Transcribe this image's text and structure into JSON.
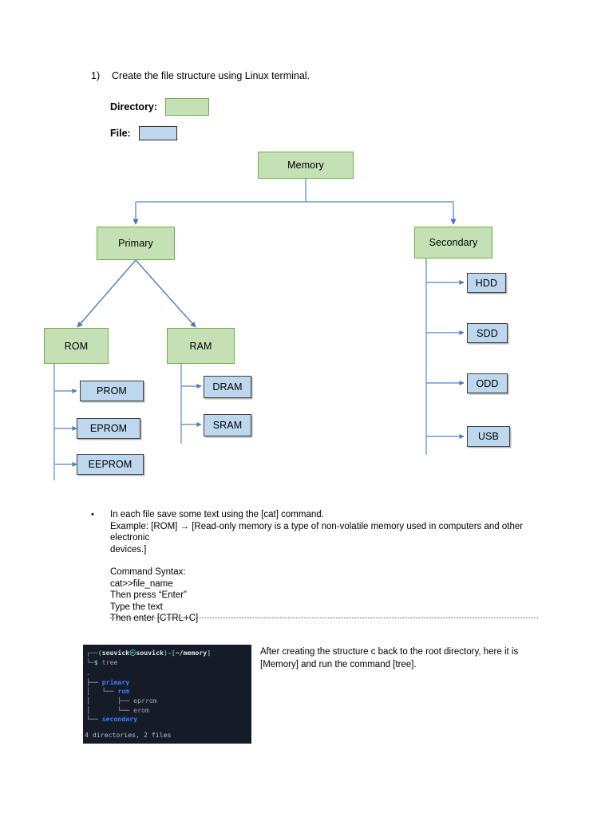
{
  "question": {
    "number": "1)",
    "text": "Create the file structure using Linux terminal."
  },
  "legend": {
    "directory_label": "Directory:",
    "file_label": "File:",
    "directory_color": "#c5e0b4",
    "directory_border": "#70ad47",
    "file_color": "#bdd7ee",
    "file_border": "#3f3f3f"
  },
  "diagram": {
    "title": "Memory hierarchy tree",
    "nodes": {
      "memory": "Memory",
      "primary": "Primary",
      "secondary": "Secondary",
      "rom": "ROM",
      "ram": "RAM",
      "prom": "PROM",
      "eprom": "EPROM",
      "eeprom": "EEPROM",
      "dram": "DRAM",
      "sram": "SRAM",
      "hdd": "HDD",
      "sdd": "SDD",
      "odd": "ODD",
      "usb": "USB"
    },
    "connector_color": "#5b8fd4"
  },
  "instructions": {
    "bullet": "•",
    "line1": "In each file save some text using the [cat] command.",
    "line2": "Example: [ROM] → [Read-only memory is a type of non-volatile memory used in computers and other electronic",
    "line3": "devices.]",
    "syntax_heading": "Command Syntax:",
    "syntax_1": "cat>>file_name",
    "syntax_2": "Then press “Enter”",
    "syntax_3": "Type the text",
    "syntax_4": "Then enter [CTRL+C]"
  },
  "terminal": {
    "prompt_top_prefix": "┌──(",
    "prompt_user": "souvick",
    "prompt_at": "㉿",
    "prompt_host": "souvick",
    "prompt_mid": ")-[",
    "prompt_path": "~/memory",
    "prompt_close": "]",
    "prompt_bottom_prefix": "└─",
    "prompt_dollar": "$",
    "command": "tree",
    "tree": [
      {
        "prefix": "",
        "name": ".",
        "style": "dim"
      },
      {
        "prefix": "├── ",
        "name": "primary",
        "style": "dir"
      },
      {
        "prefix": "│   └── ",
        "name": "rom",
        "style": "dir"
      },
      {
        "prefix": "│       ├── ",
        "name": "eprrom",
        "style": "file"
      },
      {
        "prefix": "│       └── ",
        "name": "erom",
        "style": "file"
      },
      {
        "prefix": "└── ",
        "name": "secondary",
        "style": "dir"
      }
    ],
    "summary": "4 directories, 2 files"
  },
  "side_note": {
    "line1": "After creating the structure c back to the root directory, here it is",
    "line2": "[Memory] and run the command [tree]."
  }
}
